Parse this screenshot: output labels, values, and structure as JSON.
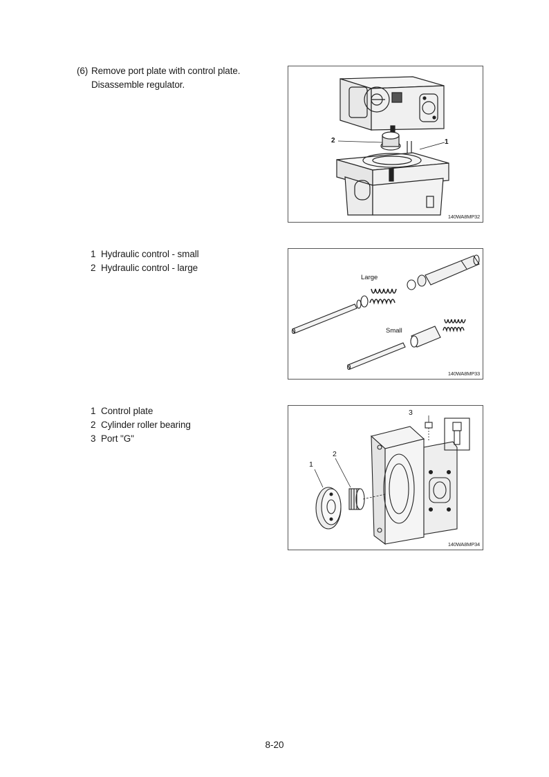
{
  "step": {
    "number": "(6)",
    "lines": [
      "Remove port plate with control plate.",
      "Disassemble regulator."
    ]
  },
  "legend1": [
    {
      "num": "1",
      "text": "Hydraulic control - small"
    },
    {
      "num": "2",
      "text": "Hydraulic control - large"
    }
  ],
  "legend2": [
    {
      "num": "1",
      "text": "Control plate"
    },
    {
      "num": "2",
      "text": "Cylinder roller bearing"
    },
    {
      "num": "3",
      "text": "Port \"G\""
    }
  ],
  "figures": [
    {
      "code": "140WA8MP32",
      "labels": {
        "one": "1",
        "two": "2"
      }
    },
    {
      "code": "140WA8MP33",
      "labels": {
        "large": "Large",
        "small": "Small"
      }
    },
    {
      "code": "140WA8MP34",
      "labels": {
        "one": "1",
        "two": "2",
        "three": "3"
      }
    }
  ],
  "page_number": "8-20"
}
